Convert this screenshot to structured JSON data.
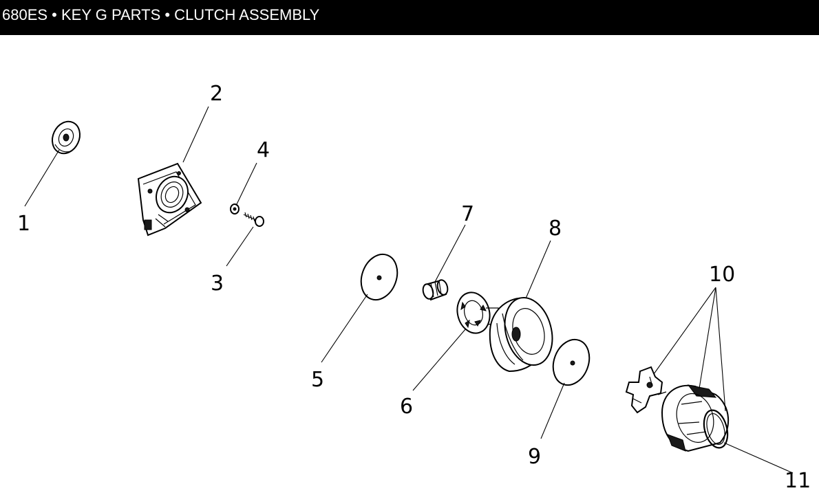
{
  "header": {
    "title": "680ES • KEY G PARTS • CLUTCH ASSEMBLY"
  },
  "diagram": {
    "callouts": [
      "1",
      "2",
      "3",
      "4",
      "5",
      "6",
      "7",
      "8",
      "9",
      "10",
      "11"
    ]
  }
}
